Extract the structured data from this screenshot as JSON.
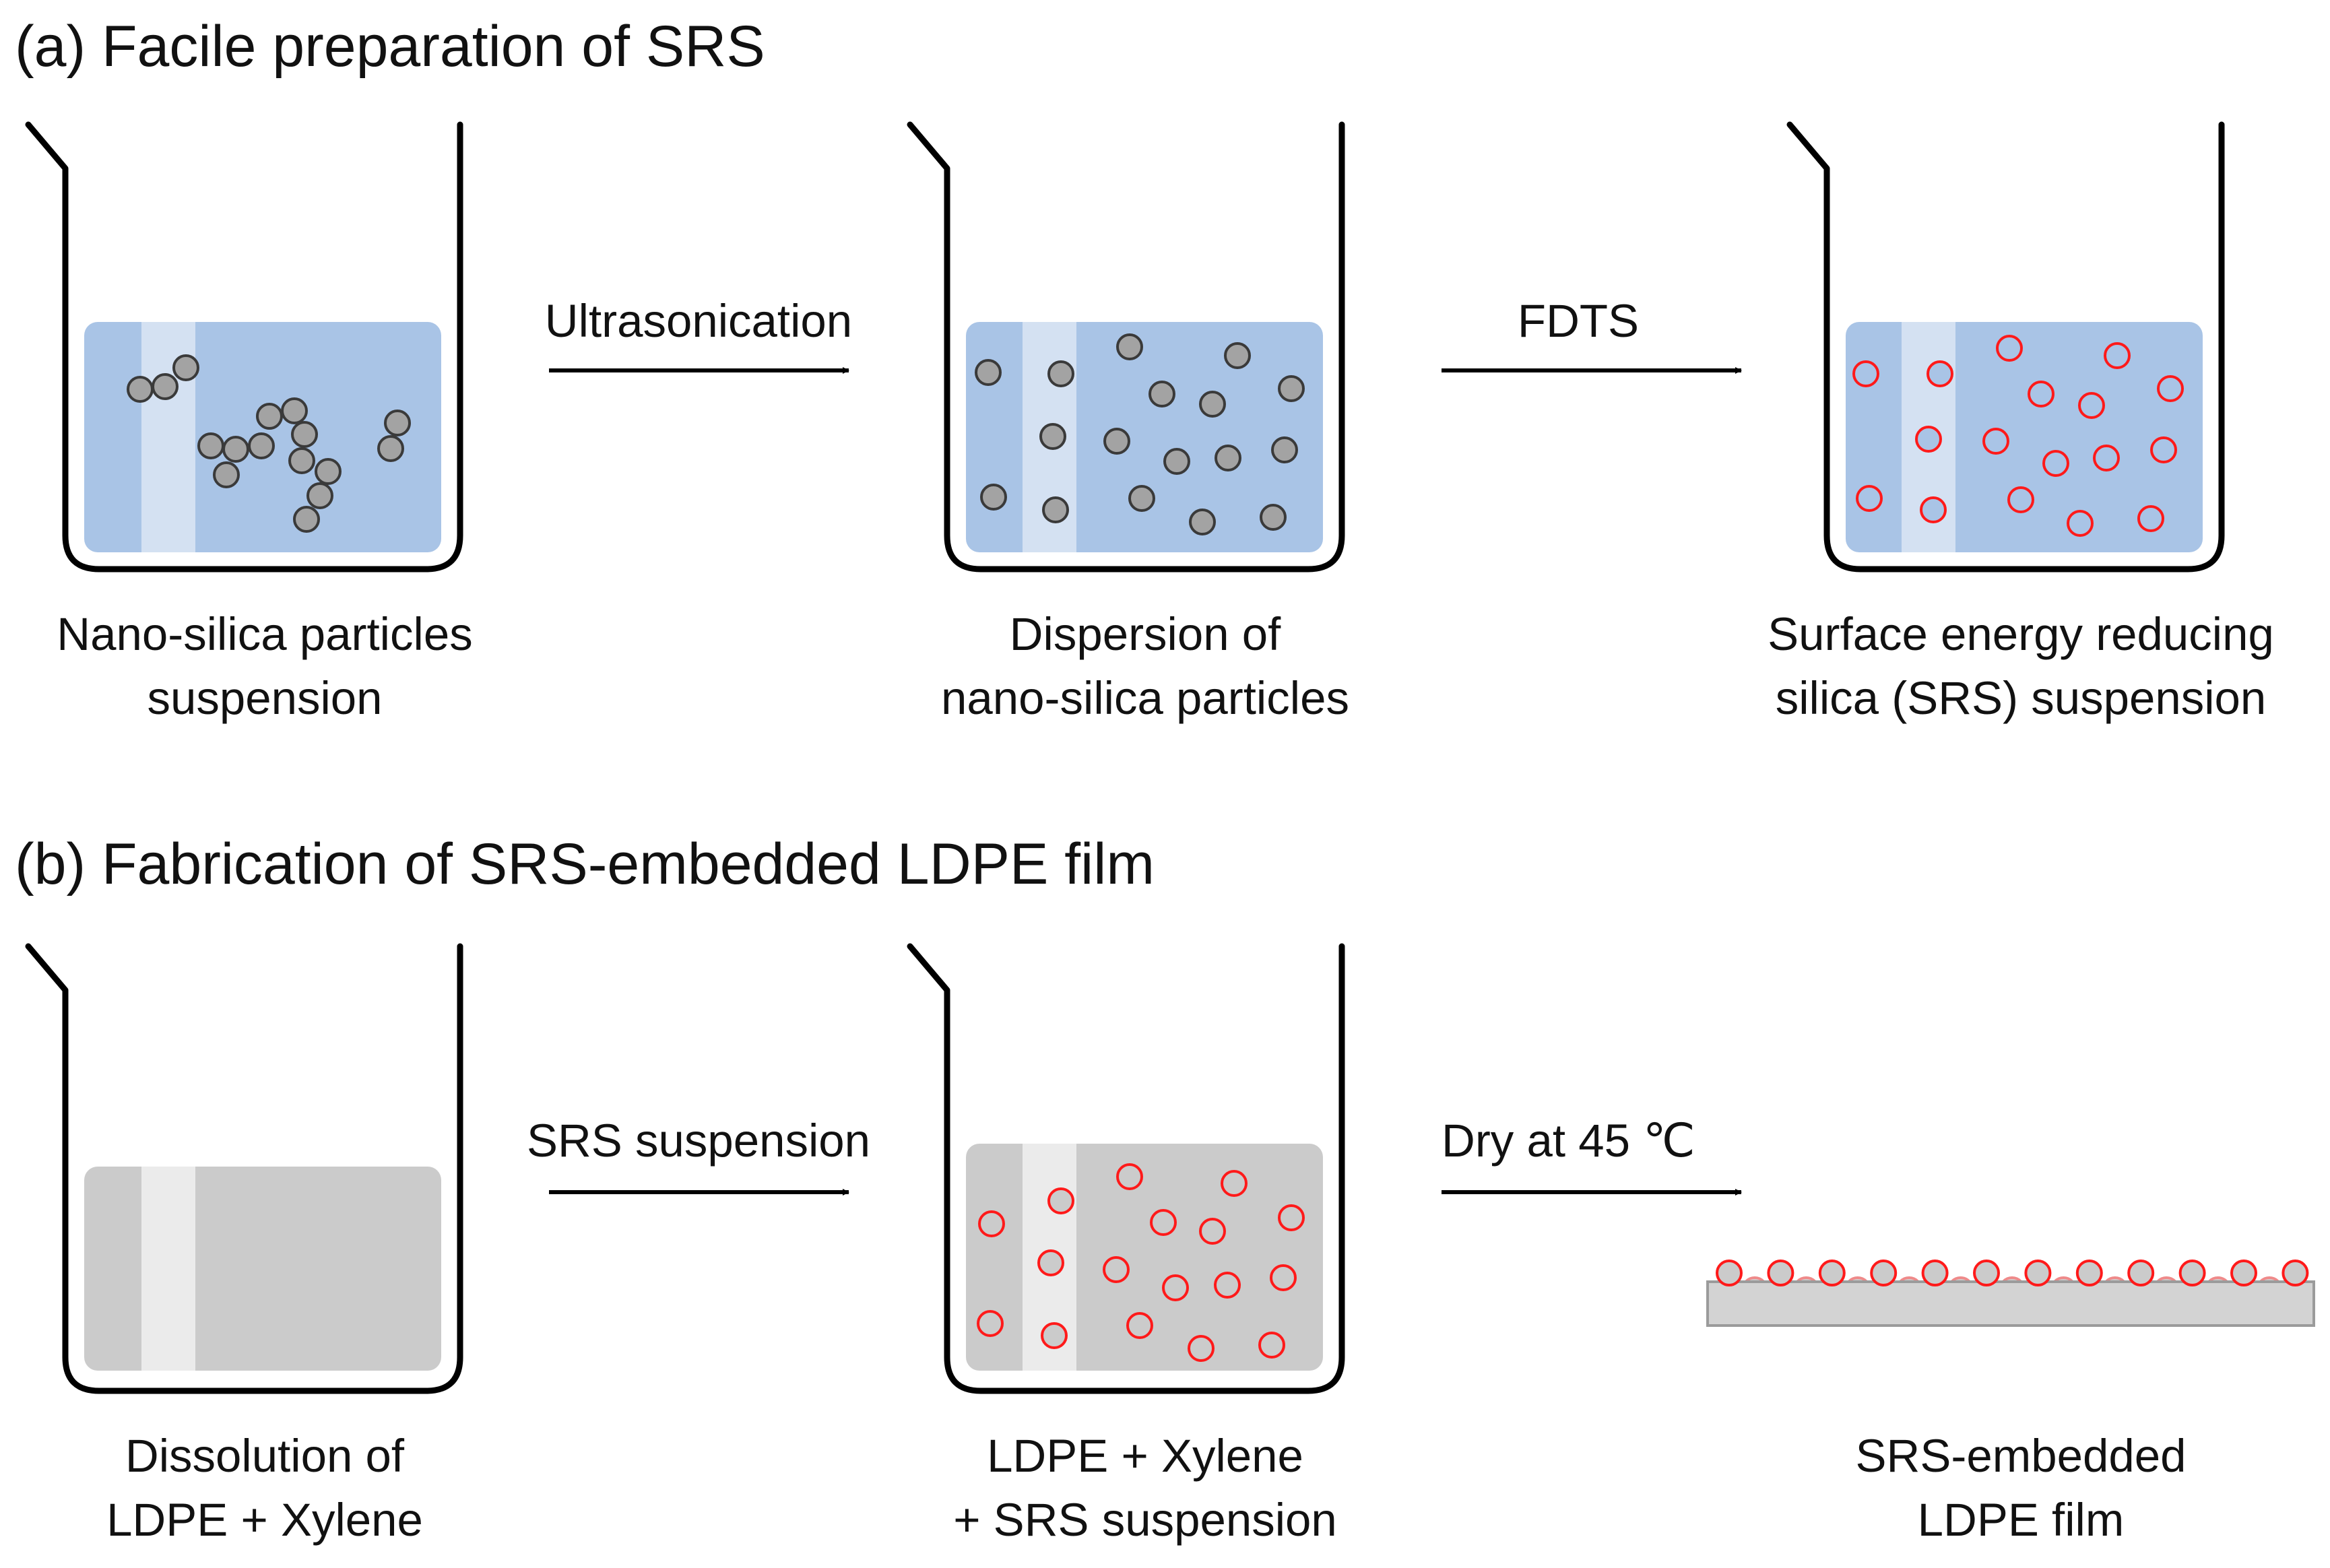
{
  "colors": {
    "outline": "#000000",
    "blue_liquid": "#a9c4e6",
    "blue_highlight": "#d4e1f2",
    "gray_liquid": "#cbcbcb",
    "gray_highlight": "#ebebeb",
    "silica_fill": "#a3a3a3",
    "silica_stroke": "#3a3a3a",
    "srs_fill_blue": "#a9c4e6",
    "srs_fill_gray": "#cbcbcb",
    "srs_stroke": "#ff1a1a",
    "film_fill": "#d3d3d3",
    "film_stroke": "#9b9b9b"
  },
  "sections": {
    "a": {
      "title": "(a) Facile preparation of SRS",
      "steps": [
        "Ultrasonication",
        "FDTS"
      ],
      "captions": [
        [
          "Nano-silica particles",
          "suspension"
        ],
        [
          "Dispersion of",
          "nano-silica particles"
        ],
        [
          "Surface energy reducing",
          "silica (SRS) suspension"
        ]
      ]
    },
    "b": {
      "title": "(b) Fabrication of SRS-embedded LDPE film",
      "steps": [
        "SRS suspension",
        "Dry at 45 ℃"
      ],
      "captions": [
        [
          "Dissolution of",
          "LDPE + Xylene"
        ],
        [
          "LDPE + Xylene",
          "+ SRS suspension"
        ],
        [
          "SRS-embedded",
          "LDPE film"
        ]
      ]
    }
  }
}
